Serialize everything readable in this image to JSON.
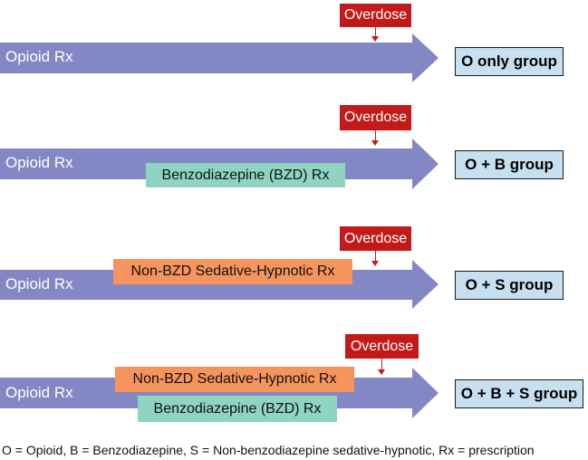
{
  "colors": {
    "arrow": "#8388c4",
    "overdose": "#c21a1a",
    "bzd": "#8fd3c1",
    "nonbzd": "#f6945e",
    "group_box": "#c6e0ef"
  },
  "rows": [
    {
      "opioid_label": "Opioid Rx",
      "overdose_label": "Overdose",
      "group_label": "O only group"
    },
    {
      "opioid_label": "Opioid Rx",
      "overdose_label": "Overdose",
      "bzd_label": "Benzodiazepine (BZD) Rx",
      "group_label": "O + B group"
    },
    {
      "opioid_label": "Opioid Rx",
      "overdose_label": "Overdose",
      "nonbzd_label": "Non-BZD Sedative-Hypnotic Rx",
      "group_label": "O + S group"
    },
    {
      "opioid_label": "Opioid Rx",
      "overdose_label": "Overdose",
      "nonbzd_label": "Non-BZD Sedative-Hypnotic Rx",
      "bzd_label": "Benzodiazepine (BZD) Rx",
      "group_label": "O + B + S group"
    }
  ],
  "footnote": "O = Opioid, B = Benzodiazepine, S = Non-benzodiazepine sedative-hypnotic, Rx = prescription"
}
